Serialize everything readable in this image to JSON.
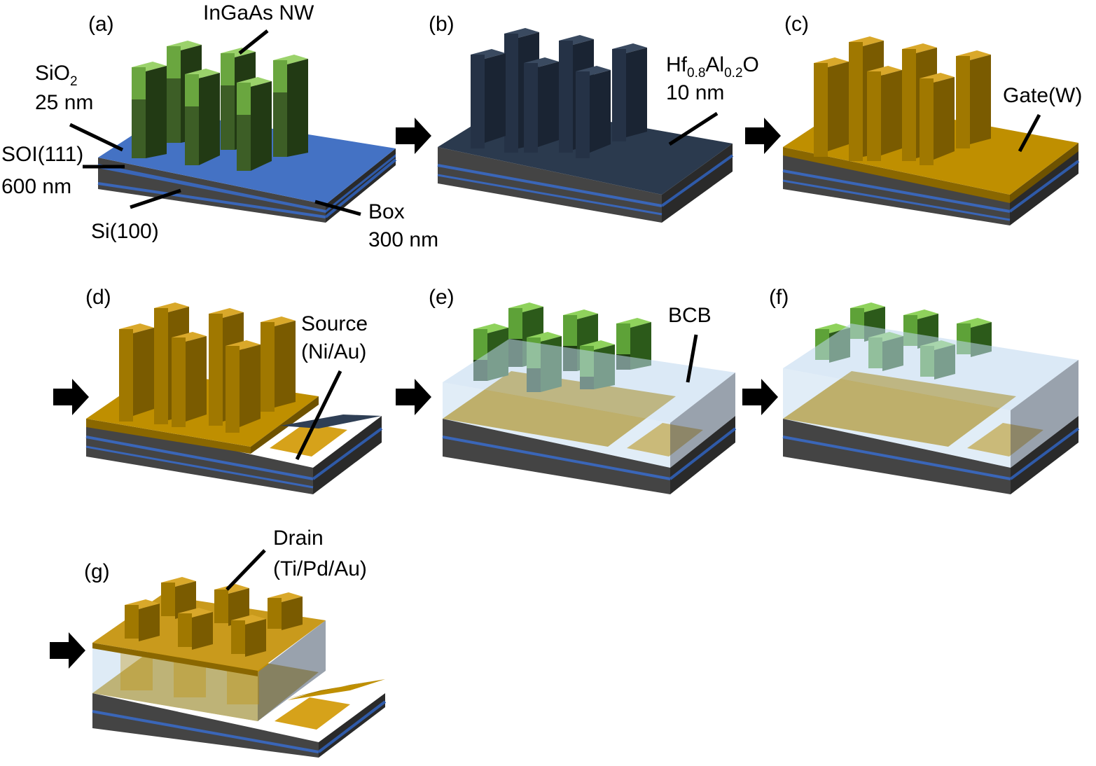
{
  "panels": {
    "a": {
      "label": "(a)"
    },
    "b": {
      "label": "(b)"
    },
    "c": {
      "label": "(c)"
    },
    "d": {
      "label": "(d)"
    },
    "e": {
      "label": "(e)"
    },
    "f": {
      "label": "(f)"
    },
    "g": {
      "label": "(g)"
    }
  },
  "labels": {
    "nanowire": "InGaAs NW",
    "sio2_main": "SiO",
    "sio2_sub": "2",
    "sio2_thickness": "25 nm",
    "soi": "SOI(111)",
    "soi_thickness": "600 nm",
    "substrate": "Si(100)",
    "box": "Box",
    "box_thickness": "300 nm",
    "oxide_hf": "Hf",
    "oxide_hf_sub": "0.8",
    "oxide_al": "Al",
    "oxide_al_sub": "0.2",
    "oxide_o": "O",
    "oxide_thickness": "10 nm",
    "gate": "Gate(W)",
    "source": "Source",
    "source_metal": "(Ni/Au)",
    "bcb": "BCB",
    "drain": "Drain",
    "drain_metal": "(Ti/Pd/Au)"
  },
  "colors": {
    "nanowire_green": "#70ad47",
    "nanowire_dark": "#1e3a12",
    "sio2_blue": "#4472c4",
    "dielectric_navy": "#2b3a4e",
    "gate_gold": "#bf8f00",
    "source_gold": "#d6a21a",
    "bcb_blue": "#bdd7ee",
    "substrate_gray": "#3f3f3f"
  }
}
